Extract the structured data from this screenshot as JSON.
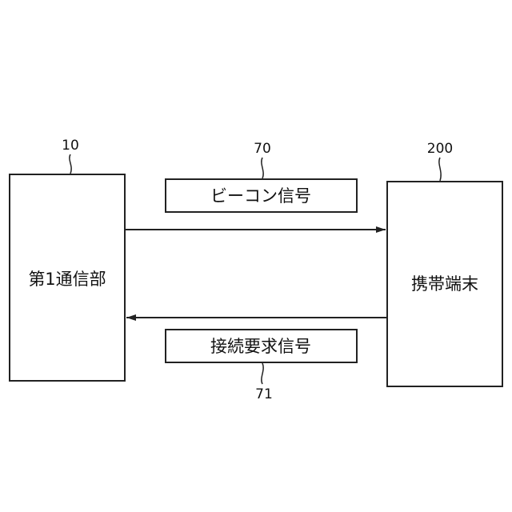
{
  "nodes": {
    "first_comm": {
      "label": "第1通信部",
      "ref": "10"
    },
    "mobile": {
      "label": "携帯端末",
      "ref": "200"
    }
  },
  "signals": {
    "beacon": {
      "label": "ビーコン信号",
      "ref": "70"
    },
    "connect_request": {
      "label": "接続要求信号",
      "ref": "71"
    }
  }
}
